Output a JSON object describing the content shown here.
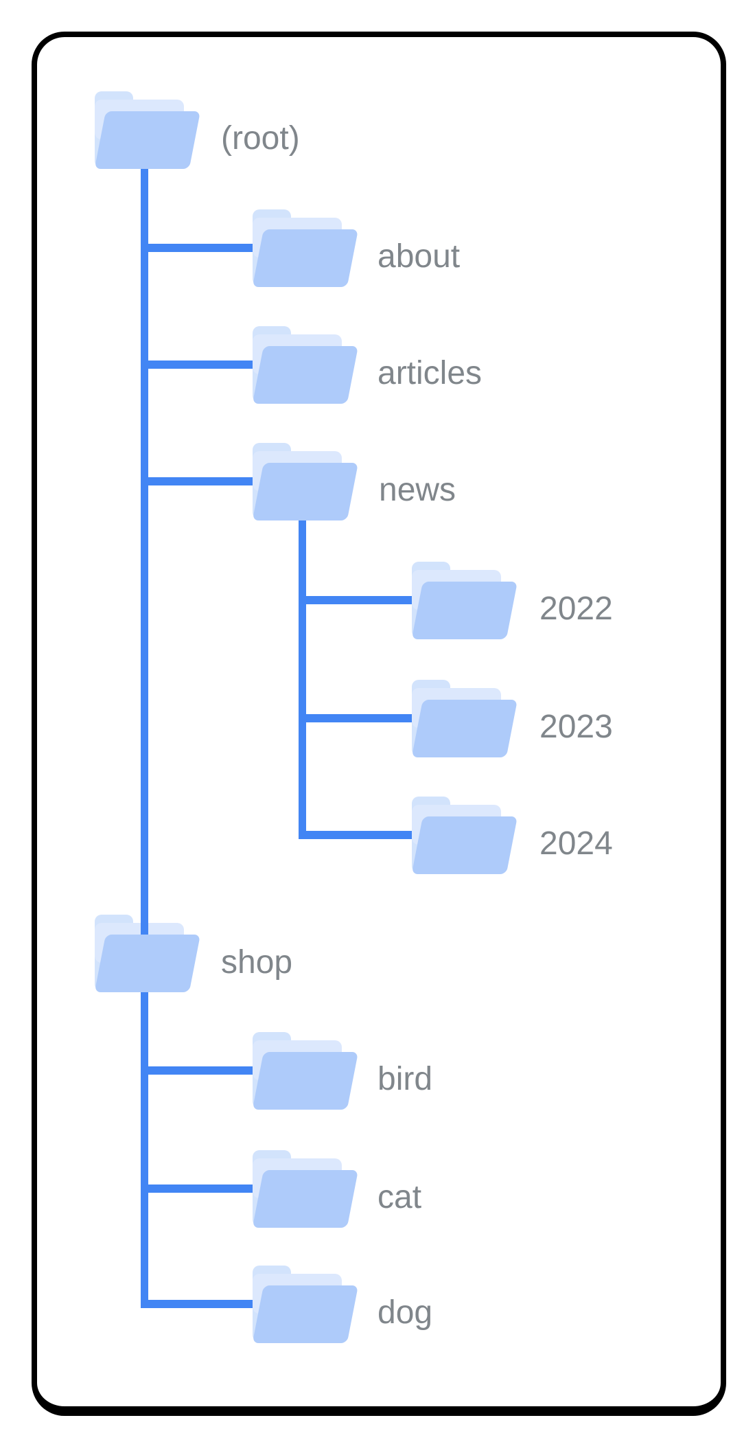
{
  "colors": {
    "connector_line": "#4285f4",
    "folder_front": "#aecbfa",
    "folder_back": "#d2e3fc",
    "folder_band": "#dce8fd",
    "label_text": "#80868b",
    "frame_border": "#000000",
    "background": "#ffffff"
  },
  "tree": {
    "root": {
      "label": "(root)"
    },
    "children": [
      {
        "label": "about"
      },
      {
        "label": "articles"
      },
      {
        "label": "news",
        "children": [
          {
            "label": "2022"
          },
          {
            "label": "2023"
          },
          {
            "label": "2024"
          }
        ]
      },
      {
        "label": "shop",
        "children": [
          {
            "label": "bird"
          },
          {
            "label": "cat"
          },
          {
            "label": "dog"
          }
        ]
      }
    ]
  }
}
